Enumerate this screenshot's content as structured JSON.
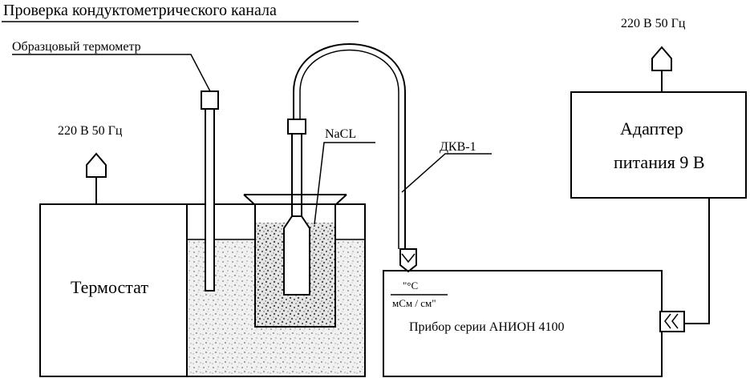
{
  "title": "Проверка кондуктометрического канала",
  "labels": {
    "reference_thermometer": "Образцовый термометр",
    "power_left": "220 В 50 Гц",
    "power_right": "220 В 50 Гц",
    "thermostat": "Термостат",
    "solution": "NaCL",
    "cable": "ДКВ-1",
    "adapter_line1": "Адаптер",
    "adapter_line2": "питания 9 В",
    "display_units_top": "\"°C",
    "display_units_bottom": "мСм / см\"",
    "device": "Прибор серии АНИОН 4100"
  },
  "colors": {
    "line": "#000000",
    "background": "#ffffff"
  }
}
